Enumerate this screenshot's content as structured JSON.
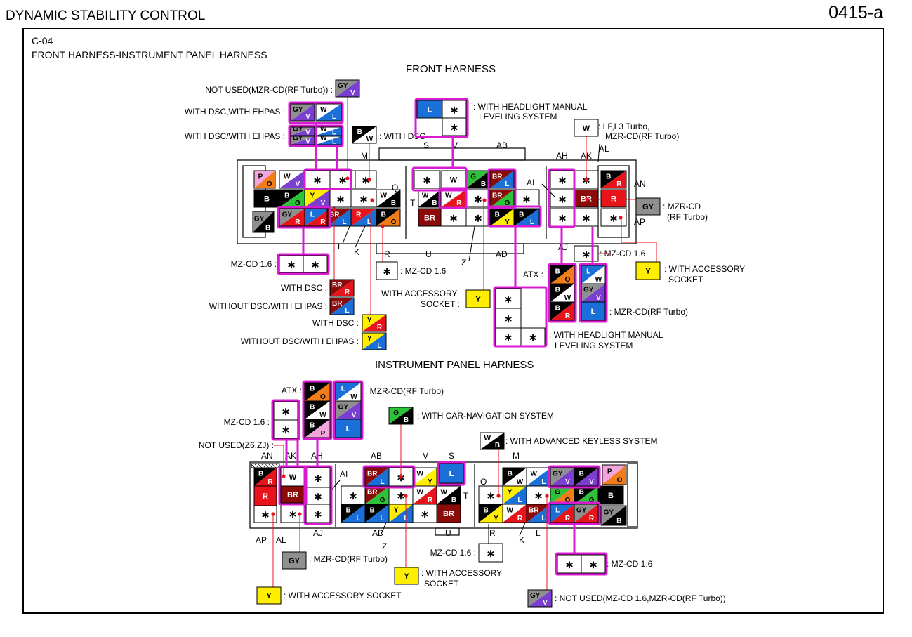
{
  "page": {
    "title": "DYNAMIC STABILITY CONTROL",
    "code": "0415-a",
    "connector_id": "C-04",
    "connector_name": "FRONT HARNESS-INSTRUMENT PANEL HARNESS"
  },
  "front": {
    "heading": "FRONT HARNESS",
    "letters": {
      "M": "M",
      "S": "S",
      "V": "V",
      "AB": "AB",
      "AH": "AH",
      "AK": "AK",
      "AL": "AL",
      "AN": "AN",
      "Q": "Q",
      "T": "T",
      "AI": "AI",
      "AP": "AP",
      "AJ": "AJ",
      "L": "L",
      "K": "K",
      "R": "R",
      "U": "U",
      "Z": "Z",
      "AD": "AD"
    },
    "notes": {
      "not_used": "NOT USED(MZR-CD(RF Turbo)) :",
      "dsc_ehpas_1": "WITH DSC,WITH EHPAS :",
      "dsc_ehpas_2": "WITH DSC/WITH EHPAS :",
      "with_dsc": ": WITH DSC",
      "headlight_1a": ": WITH HEADLIGHT MANUAL",
      "headlight_1b": "LEVELING SYSTEM",
      "lf_1": ": LF,L3 Turbo,",
      "lf_2": "MZR-CD(RF Turbo)",
      "mzr_cd_1": ": MZR-CD",
      "mzr_cd_2": "(RF Turbo)",
      "mz_cd_16_left": "MZ-CD 1.6 :",
      "mz_cd_16_mid": ": MZ-CD 1.6",
      "mz_cd_16_right": ": MZ-CD 1.6",
      "with_dsc_2": "WITH DSC :",
      "without_dsc_1": "WITHOUT DSC/WITH EHPAS :",
      "with_dsc_3": "WITH DSC :",
      "without_dsc_2": "WITHOUT DSC/WITH EHPAS :",
      "acc_1": "WITH ACCESSORY",
      "acc_2": "SOCKET :",
      "acc_r1": ": WITH ACCESSORY",
      "acc_r2": "SOCKET",
      "headlight_2a": ": WITH HEADLIGHT MANUAL",
      "headlight_2b": "LEVELING SYSTEM",
      "atx": "ATX :",
      "mzr_rf": ": MZR-CD(RF Turbo)"
    }
  },
  "ip": {
    "heading": "INSTRUMENT PANEL HARNESS",
    "letters": {
      "AN": "AN",
      "AK": "AK",
      "AH": "AH",
      "AB": "AB",
      "V": "V",
      "S": "S",
      "M": "M",
      "AI": "AI",
      "Q": "Q",
      "T": "T",
      "AP": "AP",
      "AL": "AL",
      "AJ": "AJ",
      "AD": "AD",
      "U": "U",
      "Z": "Z",
      "R": "R",
      "K": "K",
      "L": "L"
    },
    "notes": {
      "atx": "ATX :",
      "mzr_rf": ": MZR-CD(RF Turbo)",
      "mz_cd_16_left": "MZ-CD 1.6 :",
      "car_nav": ": WITH CAR-NAVIGATION SYSTEM",
      "not_used_z6": "NOT USED(Z6,ZJ) :",
      "keyless": ": WITH ADVANCED KEYLESS SYSTEM",
      "mzr_rf_2": ": MZR-CD(RF Turbo)",
      "mz_cd_16_mid": "MZ-CD 1.6 :",
      "acc_1": ": WITH ACCESSORY",
      "acc_2": "SOCKET",
      "mz_cd_16_right": ": MZ-CD 1.6",
      "acc_socket": ": WITH ACCESSORY SOCKET",
      "not_used_mz": ": NOT USED(MZ-CD 1.6,MZR-CD(RF Turbo))"
    }
  },
  "symbols": {
    "star": "∗"
  },
  "wire_codes": {
    "B": "B",
    "W": "W",
    "R": "R",
    "G": "G",
    "L": "L",
    "Y": "Y",
    "V": "V",
    "O": "O",
    "P": "P",
    "GY": "GY",
    "BR": "BR"
  },
  "colors": {
    "B": "#000000",
    "W": "#ffffff",
    "R": "#e8141c",
    "G": "#2ec23a",
    "L": "#1a6fd8",
    "Y": "#ffee00",
    "V": "#7a3fd0",
    "O": "#f07d1a",
    "P": "#f4a6dc",
    "GY": "#8f8f8f",
    "BR": "#8b0a0a",
    "highlight": "#d81bd0",
    "leader": "#e8141c"
  }
}
